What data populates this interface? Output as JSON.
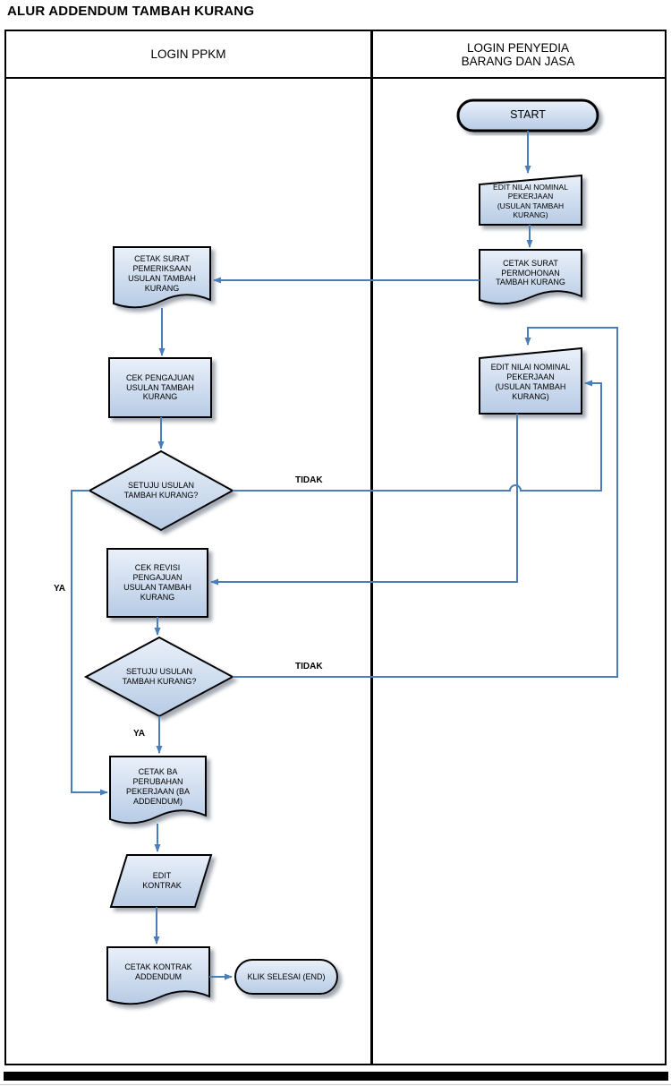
{
  "title": "ALUR ADDENDUM TAMBAH KURANG",
  "lanes": {
    "left_header": "LOGIN PPKM",
    "right_header": "LOGIN PENYEDIA\nBARANG DAN JASA"
  },
  "nodes": {
    "start": "START",
    "edit_nominal_1": "EDIT NILAI NOMINAL\nPEKERJAAN\n(USULAN TAMBAH\nKURANG)",
    "cetak_surat_permohonan": "CETAK SURAT\nPERMOHONAN\nTAMBAH KURANG",
    "cetak_surat_pemeriksaan": "CETAK SURAT\nPEMERIKSAAN\nUSULAN TAMBAH\nKURANG",
    "cek_pengajuan": "CEK PENGAJUAN\nUSULAN TAMBAH\nKURANG",
    "decision_1": "SETUJU USULAN\nTAMBAH KURANG?",
    "edit_nominal_2": "EDIT NILAI NOMINAL\nPEKERJAAN\n(USULAN TAMBAH\nKURANG)",
    "cek_revisi": "CEK REVISI\nPENGAJUAN\nUSULAN TAMBAH\nKURANG",
    "decision_2": "SETUJU USULAN\nTAMBAH KURANG?",
    "cetak_ba": "CETAK BA\nPERUBAHAN\nPEKERJAAN (BA\nADDENDUM)",
    "edit_kontrak": "EDIT\nKONTRAK",
    "cetak_kontrak_addendum": "CETAK KONTRAK\nADDENDUM",
    "end": "KLIK SELESAI (END)"
  },
  "edge_labels": {
    "decision1_no": "TIDAK",
    "decision1_yes": "YA",
    "decision2_no": "TIDAK",
    "decision2_yes": "YA"
  },
  "colors": {
    "connector": "#4a7ebb",
    "shape_border": "#000000",
    "shape_fill_top": "#e9f0f9",
    "shape_fill_bottom": "#b7cbe5",
    "lane_border": "#000000"
  }
}
